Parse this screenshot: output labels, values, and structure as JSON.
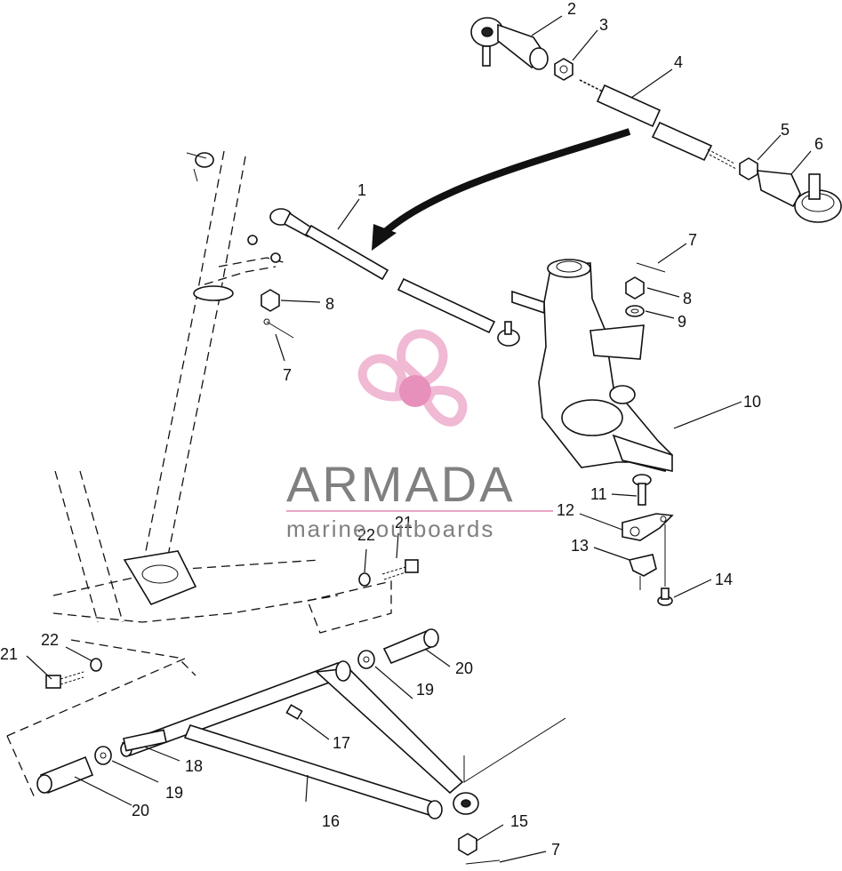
{
  "diagram": {
    "callouts": [
      "1",
      "2",
      "3",
      "4",
      "5",
      "6",
      "7",
      "8",
      "9",
      "10",
      "11",
      "12",
      "13",
      "14",
      "15",
      "16",
      "17",
      "18",
      "19",
      "20",
      "21",
      "22"
    ],
    "repeat_callouts": {
      "seven_b": "7",
      "seven_c": "7",
      "eight_b": "8",
      "nineteen_b": "19",
      "twenty_b": "20",
      "twentyone_b": "21",
      "twentytwo_b": "22"
    }
  },
  "watermark": {
    "brand": "ARMADA",
    "tagline": "marine outboards",
    "colors": {
      "text": "#7a7a7a",
      "accent": "#e7a1c4",
      "logo": "#f0b6d2",
      "hub": "#e58bb8"
    }
  }
}
